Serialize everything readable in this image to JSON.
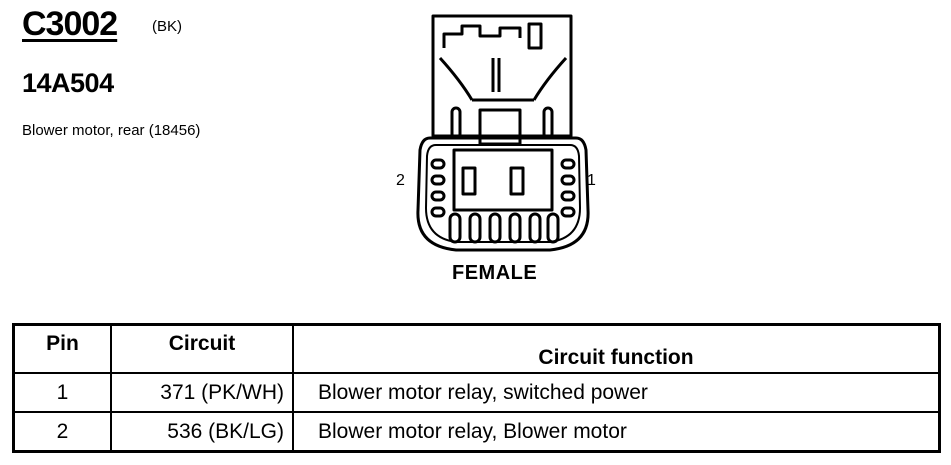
{
  "connector": {
    "id": "C3002",
    "color_code": "(BK)",
    "part_number": "14A504",
    "description": "Blower motor, rear (18456)",
    "gender": "FEMALE",
    "pin_left": "2",
    "pin_right": "1"
  },
  "table": {
    "headers": {
      "pin": "Pin",
      "circuit": "Circuit",
      "function": "Circuit function"
    },
    "rows": [
      {
        "pin": "1",
        "circuit": "371 (PK/WH)",
        "function": "Blower motor relay, switched power"
      },
      {
        "pin": "2",
        "circuit": "536 (BK/LG)",
        "function": "Blower motor relay, Blower motor"
      }
    ]
  }
}
